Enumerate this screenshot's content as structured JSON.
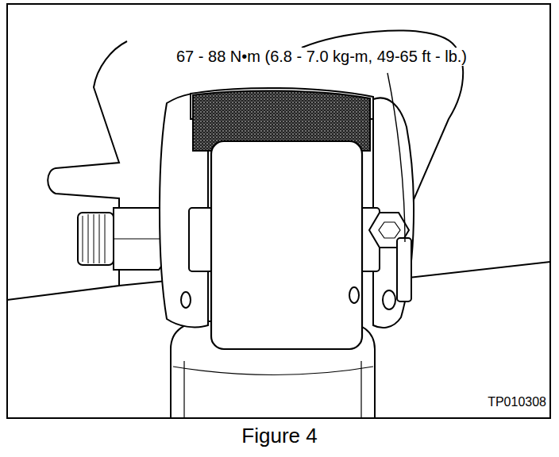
{
  "diagram": {
    "caption": "Figure 4",
    "labels": [
      "67 - 88 N•m (6.8 - 7.0 kg-m, 49-65 ft - lb.)",
      "TP010308"
    ]
  }
}
